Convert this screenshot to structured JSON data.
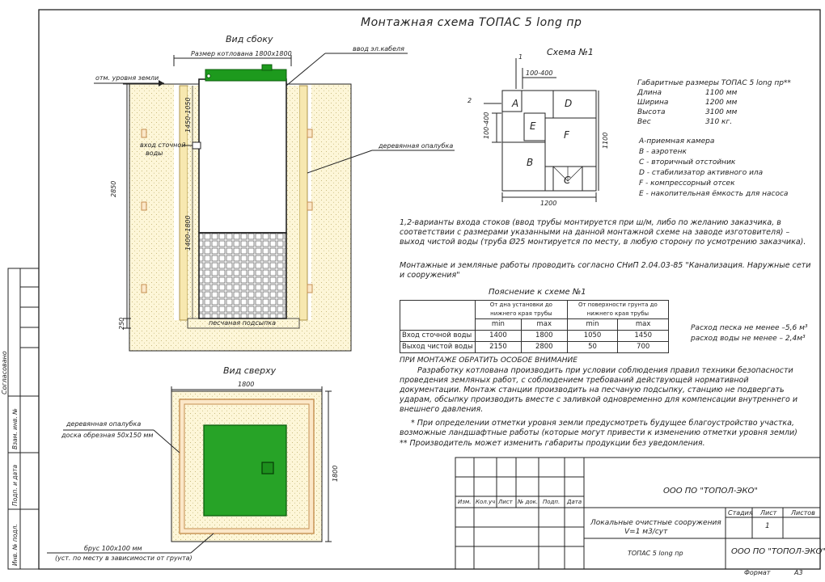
{
  "sheet_title": "Монтажная схема ТОПАС 5 long пр",
  "side_view": {
    "title": "Вид сбоку",
    "pit_size": "Размер котлована 1800х1800",
    "ground_level": "отм. уровня земли",
    "cable_inlet": "ввод эл.кабеля",
    "sewage_inlet_1": "вход сточной",
    "sewage_inlet_2": "воды",
    "formwork": "деревянная опалубка",
    "sand_bed": "песчаная подсыпка",
    "dim_total": "2850",
    "dim_inlet": "1450-1050",
    "dim_outlet": "1400-1800",
    "dim_bed": "250"
  },
  "top_view": {
    "title": "Вид сверху",
    "width": "1800",
    "height": "1800",
    "formwork_1": "деревянная опалубка",
    "formwork_2": "доска обрезная 50х150 мм",
    "beam_1": "брус 100х100 мм",
    "beam_2": "(уст. по месту в зависимости от грунта)"
  },
  "scheme": {
    "title": "Схема №1",
    "dim_1": "1",
    "dim_2": "2",
    "dim_100_400_top": "100-400",
    "dim_100_400_side": "100-400",
    "dim_1100": "1100",
    "dim_1200": "1200",
    "compartments": [
      "A",
      "D",
      "E",
      "F",
      "B",
      "C"
    ]
  },
  "dimensions": {
    "heading": "Габаритные размеры ТОПАС 5 long пр**",
    "rows": [
      {
        "label": "Длина",
        "value": "1100 мм"
      },
      {
        "label": "Ширина",
        "value": "1200 мм"
      },
      {
        "label": "Высота",
        "value": "3100 мм"
      },
      {
        "label": "Вес",
        "value": "310 кг."
      }
    ]
  },
  "legend": [
    "А-приемная камера",
    "В - аэротенк",
    "С - вторичный отстойник",
    "D - стабилизатор активного ила",
    "F - компрессорный отсек",
    "Е - накопительная ёмкость для насоса"
  ],
  "notes": {
    "inlet_variants": "1,2-варианты входа стоков (ввод трубы монтируется при ш/м, либо по желанию заказчика, в соответствии с размерами указанными на данной монтажной схеме на заводе изготовителя) – выход чистой воды (труба Ø25 монтируется по месту, в любую сторону по усмотрению заказчика).",
    "snip": "Монтажные и земляные работы проводить согласно СНиП 2.04.03-85 \"Канализация. Наружные сети и сооружения\"",
    "sand": "Расход песка не менее –5,6 м³",
    "water": "расход воды не менее – 2,4м³",
    "attention_title": "ПРИ МОНТАЖЕ ОБРАТИТЬ ОСОБОЕ ВНИМАНИЕ",
    "attention_text": "Разработку котлована производить при условии соблюдения правил техники безопасности проведения земляных работ, с соблюдением требований действующей нормативной документации. Монтаж станции производить на песчаную подсыпку, станцию не подвергать ударам, обсыпку производить вместе с заливкой одновременно для компенсации внутреннего и внешнего давления.",
    "footnote_1": "* При определении отметки уровня земли предусмотреть будущее благоустройство участка, возможные ландшафтные работы (которые могут привести к изменению отметки уровня земли)",
    "footnote_2": "** Производитель может изменить габариты продукции без уведомления."
  },
  "explanation_table": {
    "caption": "Пояснение к схеме №1",
    "group_1": "От дна установки до нижнего края трубы",
    "group_2": "От поверхности грунта до нижнего края трубы",
    "min": "min",
    "max": "max",
    "rows": [
      {
        "label": "Вход сточной воды",
        "v": [
          "1400",
          "1800",
          "1050",
          "1450"
        ]
      },
      {
        "label": "Выход чистой воды",
        "v": [
          "2150",
          "2800",
          "50",
          "700"
        ]
      }
    ]
  },
  "title_block": {
    "company": "ООО ПО \"ТОПОЛ-ЭКО\"",
    "cols": [
      "Изм.",
      "Кол.уч",
      "Лист",
      "№ док.",
      "Подп.",
      "Дата"
    ],
    "stage_h": "Стадия",
    "sheet_h": "Лист",
    "sheets_h": "Листов",
    "sheet_no": "1",
    "object": "Локальные очистные сооружения",
    "capacity": "V=1 м3/сут",
    "product": "ТОПАС 5 long пр",
    "company_2": "ООО ПО \"ТОПОЛ-ЭКО\"",
    "format_label": "Формат",
    "format": "А3"
  },
  "side_stamp": [
    "Согласовано",
    "Взам. инв. №",
    "Подп. и дата",
    "Инв. № подл."
  ]
}
